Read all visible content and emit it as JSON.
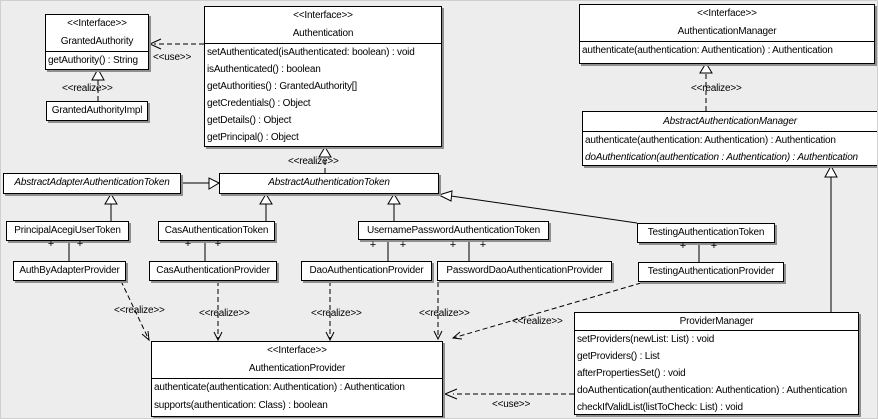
{
  "labels": {
    "use": "<<use>>",
    "realize": "<<realize>>",
    "plus": "+"
  },
  "classes": {
    "granted_authority": {
      "stereotype": "<<Interface>>",
      "name": "GrantedAuthority",
      "methods": [
        "getAuthority() : String"
      ]
    },
    "granted_authority_impl": {
      "name": "GrantedAuthorityImpl"
    },
    "authentication": {
      "stereotype": "<<Interface>>",
      "name": "Authentication",
      "methods": [
        "setAuthenticated(isAuthenticated: boolean) : void",
        "isAuthenticated() : boolean",
        "getAuthorities() : GrantedAuthority[]",
        "getCredentials() : Object",
        "getDetails() : Object",
        "getPrincipal() : Object"
      ]
    },
    "authentication_manager": {
      "stereotype": "<<Interface>>",
      "name": "AuthenticationManager",
      "methods": [
        "authenticate(authentication: Authentication) : Authentication"
      ]
    },
    "abstract_authentication_manager": {
      "name": "AbstractAuthenticationManager",
      "abstract": true,
      "methods": [
        "authenticate(authentication: Authentication) : Authentication",
        "doAuthentication(authentication : Authentication) : Authentication"
      ]
    },
    "abstract_adapter_authentication_token": {
      "name": "AbstractAdapterAuthenticationToken",
      "abstract": true
    },
    "abstract_authentication_token": {
      "name": "AbstractAuthenticationToken",
      "abstract": true
    },
    "principal_acegi_user_token": {
      "name": "PrincipalAcegiUserToken"
    },
    "cas_authentication_token": {
      "name": "CasAuthenticationToken"
    },
    "username_password_authentication_token": {
      "name": "UsernamePasswordAuthenticationToken"
    },
    "testing_authentication_token": {
      "name": "TestingAuthenticationToken"
    },
    "auth_by_adapter_provider": {
      "name": "AuthByAdapterProvider"
    },
    "cas_authentication_provider": {
      "name": "CasAuthenticationProvider"
    },
    "dao_authentication_provider": {
      "name": "DaoAuthenticationProvider"
    },
    "password_dao_authentication_provider": {
      "name": "PasswordDaoAuthenticationProvider"
    },
    "testing_authentication_provider": {
      "name": "TestingAuthenticationProvider"
    },
    "authentication_provider": {
      "stereotype": "<<Interface>>",
      "name": "AuthenticationProvider",
      "methods": [
        "authenticate(authentication: Authentication) : Authentication",
        "supports(authentication: Class) : boolean"
      ]
    },
    "provider_manager": {
      "name": "ProviderManager",
      "methods": [
        "setProviders(newList: List) : void",
        "getProviders() : List",
        "afterPropertiesSet() : void",
        "doAuthentication(authentication: Authentication) : Authentication",
        "checkIfValidList(listToCheck: List) : void"
      ]
    }
  },
  "relations": [
    {
      "type": "use",
      "from": "Authentication",
      "to": "GrantedAuthority"
    },
    {
      "type": "realize",
      "from": "GrantedAuthorityImpl",
      "to": "GrantedAuthority"
    },
    {
      "type": "realize",
      "from": "AbstractAuthenticationToken",
      "to": "Authentication"
    },
    {
      "type": "realize",
      "from": "AbstractAuthenticationManager",
      "to": "AuthenticationManager"
    },
    {
      "type": "generalize",
      "from": "AbstractAdapterAuthenticationToken",
      "to": "AbstractAuthenticationToken"
    },
    {
      "type": "generalize",
      "from": "PrincipalAcegiUserToken",
      "to": "AbstractAdapterAuthenticationToken"
    },
    {
      "type": "generalize",
      "from": "CasAuthenticationToken",
      "to": "AbstractAuthenticationToken"
    },
    {
      "type": "generalize",
      "from": "UsernamePasswordAuthenticationToken",
      "to": "AbstractAuthenticationToken"
    },
    {
      "type": "generalize",
      "from": "TestingAuthenticationToken",
      "to": "AbstractAuthenticationToken"
    },
    {
      "type": "generalize",
      "from": "ProviderManager",
      "to": "AbstractAuthenticationManager"
    },
    {
      "type": "association",
      "from": "PrincipalAcegiUserToken",
      "to": "AuthByAdapterProvider",
      "end_labels": [
        "+",
        "+"
      ]
    },
    {
      "type": "association",
      "from": "CasAuthenticationToken",
      "to": "CasAuthenticationProvider",
      "end_labels": [
        "+",
        "+"
      ]
    },
    {
      "type": "association",
      "from": "UsernamePasswordAuthenticationToken",
      "to": "DaoAuthenticationProvider",
      "end_labels": [
        "+",
        "+"
      ]
    },
    {
      "type": "association",
      "from": "UsernamePasswordAuthenticationToken",
      "to": "PasswordDaoAuthenticationProvider",
      "end_labels": [
        "+",
        "+"
      ]
    },
    {
      "type": "association",
      "from": "TestingAuthenticationToken",
      "to": "TestingAuthenticationProvider",
      "end_labels": [
        "+",
        "+"
      ]
    },
    {
      "type": "realize",
      "from": "AuthByAdapterProvider",
      "to": "AuthenticationProvider"
    },
    {
      "type": "realize",
      "from": "CasAuthenticationProvider",
      "to": "AuthenticationProvider"
    },
    {
      "type": "realize",
      "from": "DaoAuthenticationProvider",
      "to": "AuthenticationProvider"
    },
    {
      "type": "realize",
      "from": "PasswordDaoAuthenticationProvider",
      "to": "AuthenticationProvider"
    },
    {
      "type": "realize",
      "from": "TestingAuthenticationProvider",
      "to": "AuthenticationProvider"
    },
    {
      "type": "use",
      "from": "ProviderManager",
      "to": "AuthenticationProvider"
    }
  ]
}
